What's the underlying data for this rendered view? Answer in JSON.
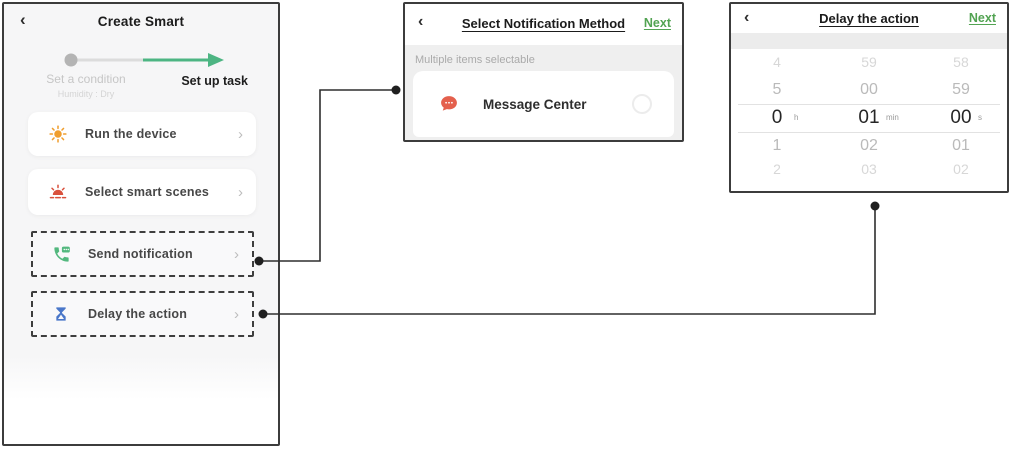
{
  "colors": {
    "accent_green": "#4DB583",
    "link_green": "#52A352",
    "icon_orange": "#F09E2E",
    "icon_red_orange": "#D9503C",
    "icon_green": "#53B87E",
    "icon_blue": "#4A77C9",
    "message_icon_red": "#E4604D"
  },
  "glyphs": {
    "back": "‹",
    "chevron_right": "›"
  },
  "left_panel": {
    "title": "Create Smart",
    "progress": {
      "step1_label": "Set a condition",
      "step1_sub": "Humidity : Dry",
      "step2_label": "Set up task"
    },
    "items": [
      {
        "label": "Run the device",
        "icon": "sun-icon",
        "highlighted": false
      },
      {
        "label": "Select smart scenes",
        "icon": "sunrise-icon",
        "highlighted": false
      },
      {
        "label": "Send notification",
        "icon": "phone-message-icon",
        "highlighted": true
      },
      {
        "label": "Delay the action",
        "icon": "hourglass-icon",
        "highlighted": true
      }
    ]
  },
  "notification_panel": {
    "title": "Select Notification Method",
    "next_label": "Next",
    "subheader": "Multiple items selectable",
    "items": [
      {
        "label": "Message Center",
        "icon": "message-center-icon",
        "selected": false
      }
    ]
  },
  "delay_panel": {
    "title": "Delay the action",
    "next_label": "Next",
    "picker": {
      "columns": [
        {
          "unit": "h",
          "values": [
            "4",
            "5",
            "0",
            "1",
            "2"
          ],
          "selected_index": 2
        },
        {
          "unit": "min",
          "values": [
            "59",
            "00",
            "01",
            "02",
            "03"
          ],
          "selected_index": 2
        },
        {
          "unit": "s",
          "values": [
            "58",
            "59",
            "00",
            "01",
            "02"
          ],
          "selected_index": 2
        }
      ]
    }
  }
}
